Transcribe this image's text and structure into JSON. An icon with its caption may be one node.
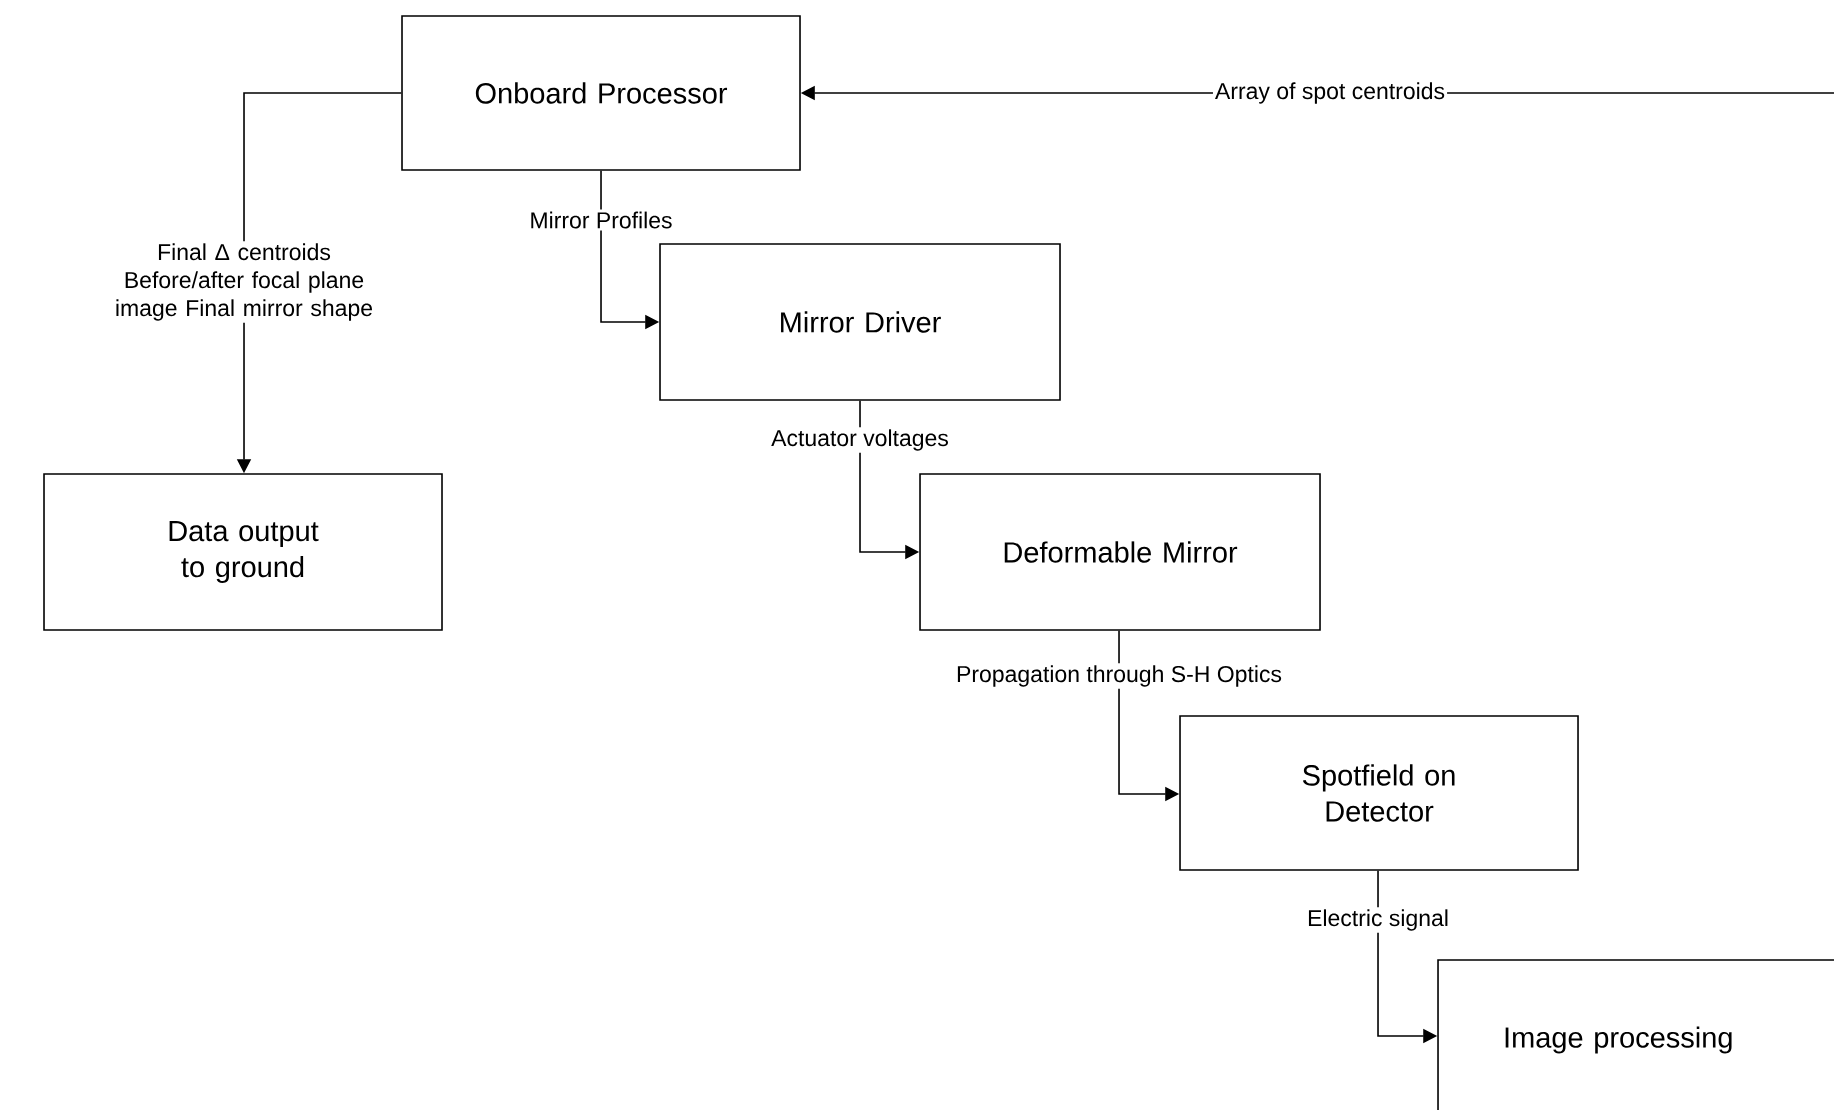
{
  "diagram": {
    "nodes": [
      {
        "text": [
          "Onboard Processor"
        ]
      },
      {
        "text": [
          "Mirror Driver"
        ]
      },
      {
        "text": [
          "Deformable Mirror"
        ]
      },
      {
        "text": [
          "Spotfield on Detector"
        ]
      },
      {
        "text": [
          "Image processing"
        ]
      },
      {
        "text": [
          "Data output to ground"
        ]
      }
    ],
    "edges": [
      {
        "from": 0,
        "to": 5,
        "arrow": "to",
        "label": "Final Δ centroids Before/after focal plane image Final mirror shape"
      },
      {
        "from": 0,
        "to": 1,
        "arrow": "to",
        "label": "Mirror Profiles"
      },
      {
        "from": 1,
        "to": 2,
        "arrow": "to",
        "label": "Actuator voltages"
      },
      {
        "from": 2,
        "to": 3,
        "arrow": "to",
        "label": "Propagation through S-H Optics"
      },
      {
        "from": 3,
        "to": 4,
        "arrow": "to",
        "label": "Electric signal"
      },
      {
        "from": null,
        "to": 0,
        "arrow": "to",
        "label": "Array of spot centroids"
      }
    ]
  }
}
